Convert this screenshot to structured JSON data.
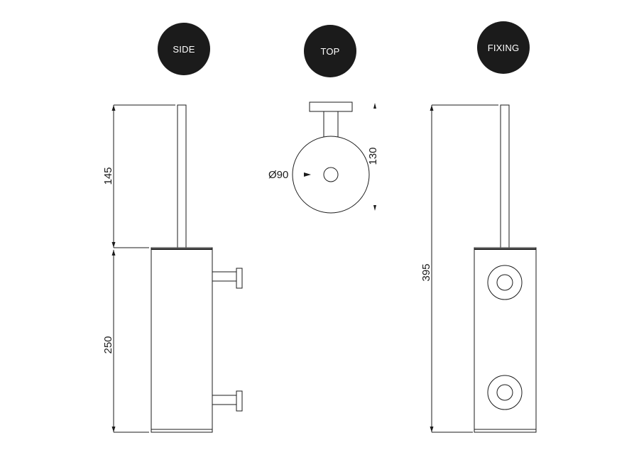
{
  "views": {
    "side": {
      "label": "SIDE"
    },
    "top": {
      "label": "TOP"
    },
    "fixing": {
      "label": "FIXING"
    }
  },
  "dimensions": {
    "handle_height": "145",
    "body_height": "250",
    "total_height": "395",
    "diameter": "Ø90",
    "depth": "130"
  },
  "colors": {
    "badge": "#1b1b1b",
    "line": "#1b1b1b",
    "background": "#ffffff"
  }
}
